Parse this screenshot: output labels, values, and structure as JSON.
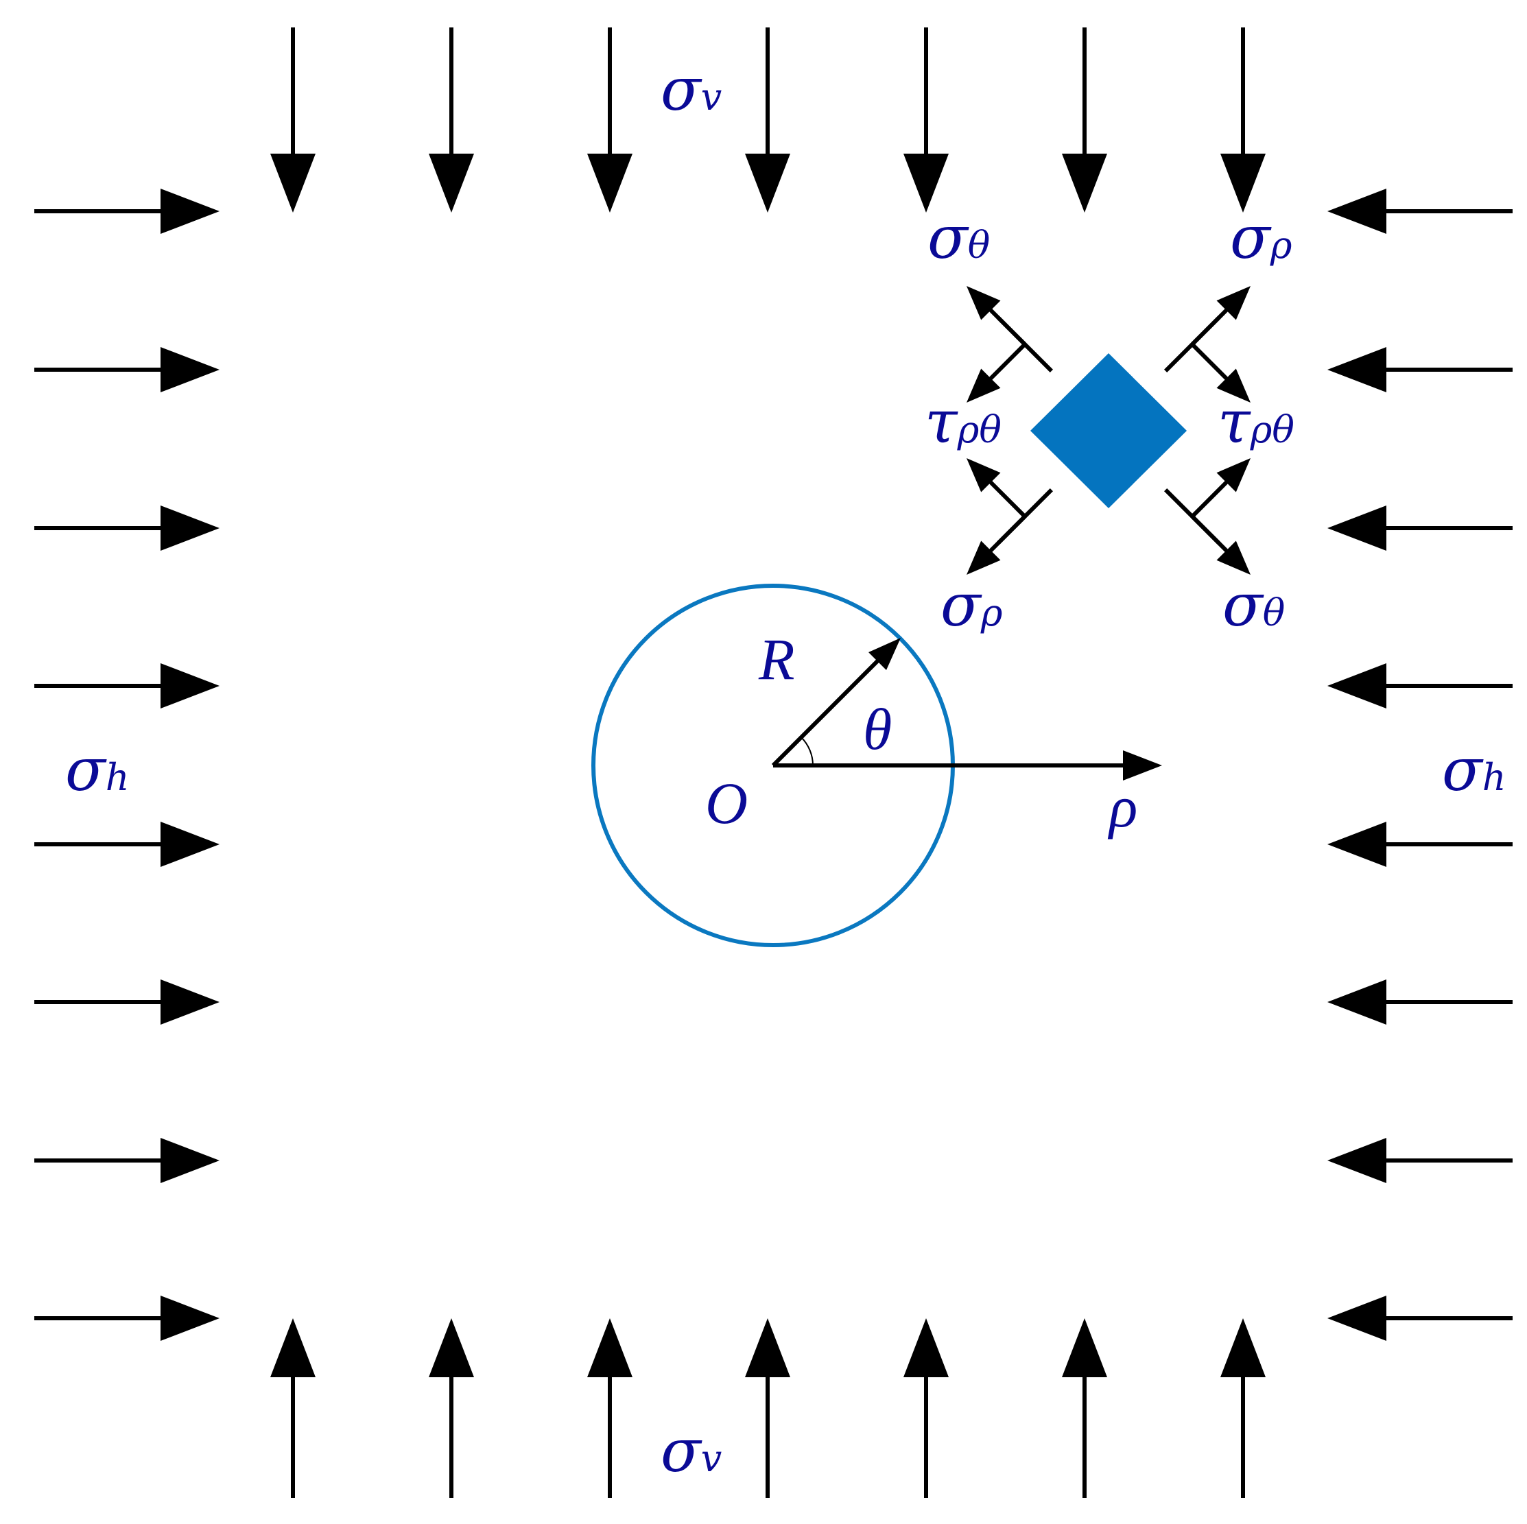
{
  "colors": {
    "arrow": "#000000",
    "label": "#0A0A96",
    "circle": "#0A78C0",
    "element": "#0474BF"
  },
  "labels": {
    "sigma_v_top": {
      "main": "σ",
      "sub": "v"
    },
    "sigma_v_bottom": {
      "main": "σ",
      "sub": "v"
    },
    "sigma_h_left": {
      "main": "σ",
      "sub": "h"
    },
    "sigma_h_right": {
      "main": "σ",
      "sub": "h"
    },
    "element_sigma_theta_top": {
      "main": "σ",
      "sub": "θ"
    },
    "element_sigma_rho_top": {
      "main": "σ",
      "sub": "ρ"
    },
    "element_tau_left": {
      "main": "τ",
      "sub": "ρθ"
    },
    "element_tau_right": {
      "main": "τ",
      "sub": "ρθ"
    },
    "element_sigma_rho_bottom": {
      "main": "σ",
      "sub": "ρ"
    },
    "element_sigma_theta_bottom": {
      "main": "σ",
      "sub": "θ"
    },
    "radius": "R",
    "angle": "θ",
    "origin": "O",
    "radial_axis": "ρ"
  }
}
